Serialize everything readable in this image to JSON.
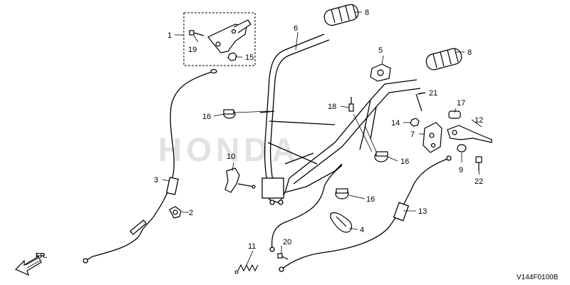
{
  "watermark": "HONDA",
  "diagram_code": "V144F0100B",
  "front_label": "FR.",
  "callouts": {
    "c1": "1",
    "c2": "2",
    "c3": "3",
    "c4": "4",
    "c5": "5",
    "c6": "6",
    "c7": "7",
    "c8a": "8",
    "c8b": "8",
    "c9": "9",
    "c10": "10",
    "c11": "11",
    "c12": "12",
    "c13": "13",
    "c14": "14",
    "c15": "15",
    "c16a": "16",
    "c16b": "16",
    "c16c": "16",
    "c17": "17",
    "c18": "18",
    "c19": "19",
    "c20": "20",
    "c21": "21",
    "c22": "22"
  }
}
